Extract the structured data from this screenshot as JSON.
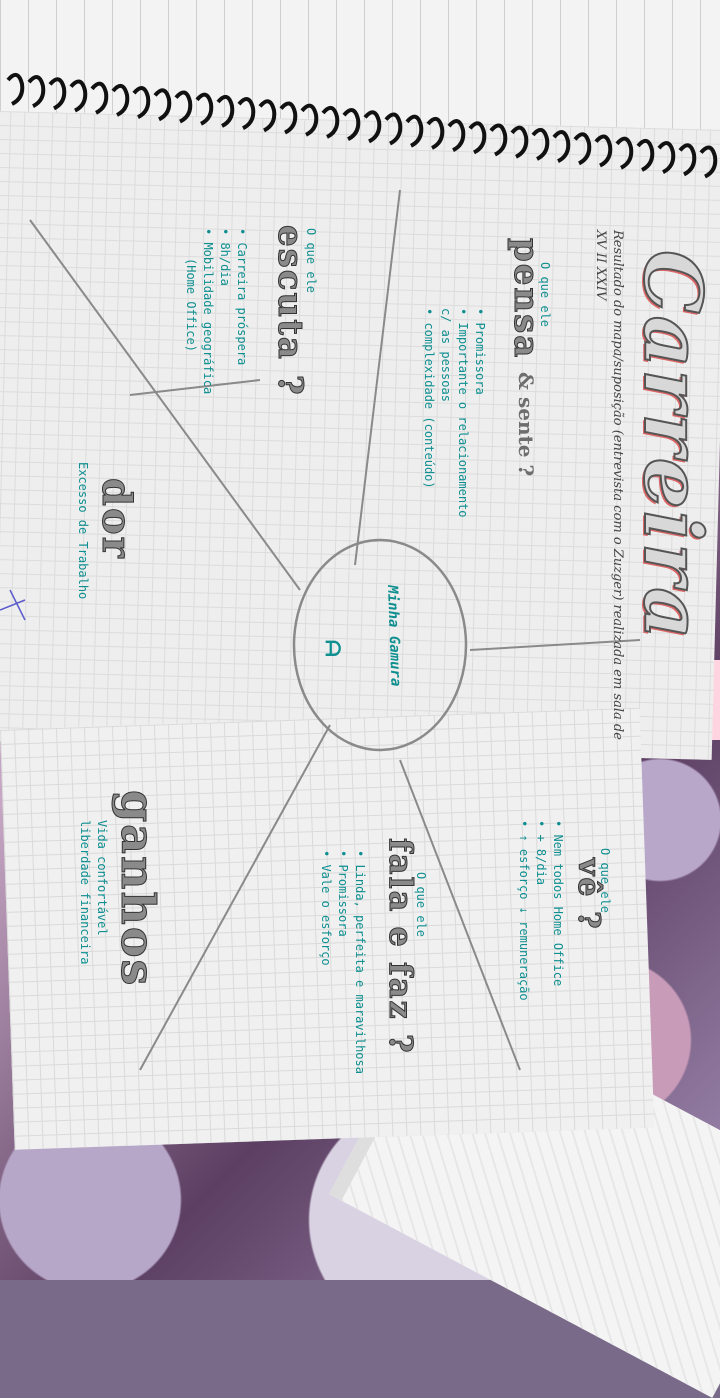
{
  "title": "Carreira",
  "subtitle": "Resultado do mapa/suposição (entrevista com o Zuzger) realizada em sala de",
  "subtitle_date": "XV II XXIV",
  "center": {
    "name": "Minha Gamura",
    "sub": ""
  },
  "sections": {
    "pensa": {
      "label_small": "O que ele",
      "heading": "pensa",
      "heading2": "& sente ?",
      "bullets": [
        "• Promissora",
        "• Importante o relacionamento",
        "c/ as pessoas",
        "• complexidade (conteúdo)"
      ]
    },
    "escuta": {
      "label_small": "O que ele",
      "heading": "escuta ?",
      "bullets": [
        "• Carreira próspera",
        "• 8h/dia",
        "• Mobilidade geográfica",
        "(Home Office)"
      ]
    },
    "dor": {
      "heading": "dor",
      "bullets": [
        "Excesso de Trabalho"
      ]
    },
    "ve": {
      "label_small": "O que ele",
      "heading": "vê ?",
      "bullets": [
        "• Nem todos Home Office",
        "• + 8/dia",
        "• ↑ esforço ↓ remuneração"
      ]
    },
    "fala": {
      "label_small": "O que ele",
      "heading": "fala e faz ?",
      "bullets": [
        "• Linda, perfeita e maravilhosa",
        "• Promissora",
        "• Vale o esforço"
      ]
    },
    "ganhos": {
      "heading": "ganhos",
      "bullets": [
        "Vida confortável",
        "liberdade financeira"
      ]
    }
  },
  "colors": {
    "ink_teal": "#0f8f90",
    "pencil": "#888888",
    "accent_red": "#d66666"
  }
}
